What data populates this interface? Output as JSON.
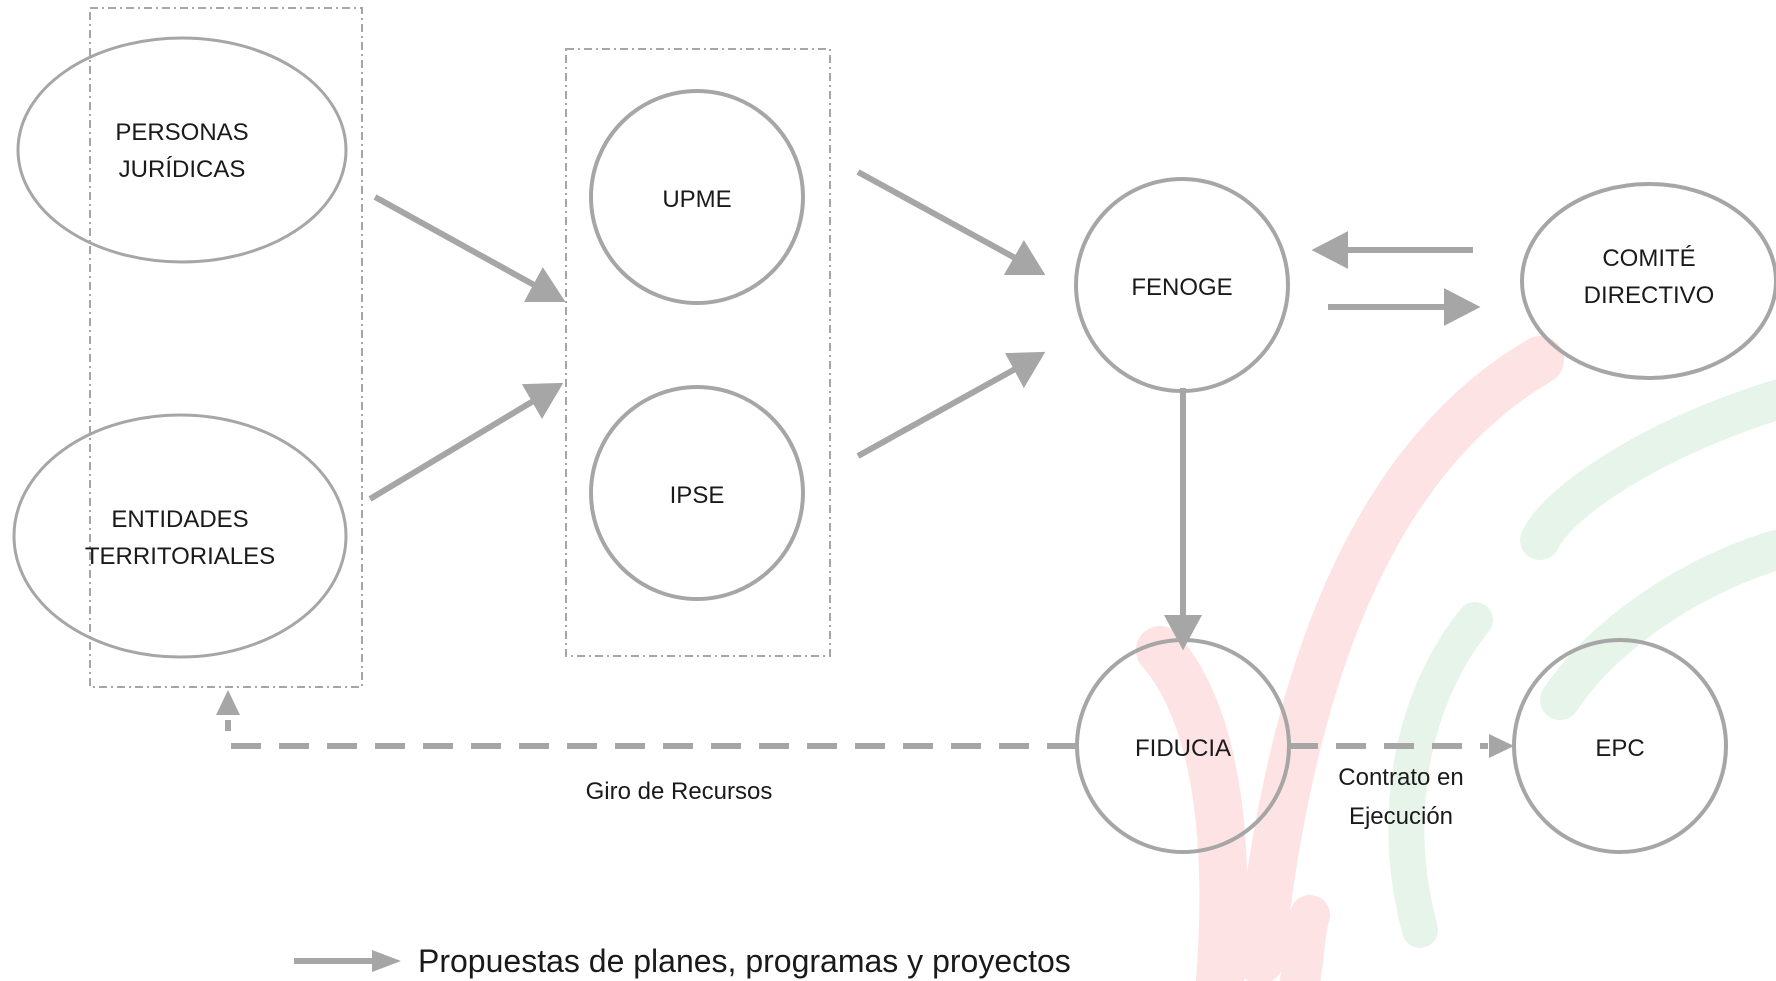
{
  "colors": {
    "stroke": "#a6a6a6",
    "text": "#1a1a1a",
    "watermark_red": "#fde3e3",
    "watermark_green": "#e6f4ea"
  },
  "nodes": {
    "personas": {
      "line1": "PERSONAS",
      "line2": "JURÍDICAS"
    },
    "entidades": {
      "line1": "ENTIDADES",
      "line2": "TERRITORIALES"
    },
    "upme": {
      "label": "UPME"
    },
    "ipse": {
      "label": "IPSE"
    },
    "fenoge": {
      "label": "FENOGE"
    },
    "comite": {
      "line1": "COMITÉ",
      "line2": "DIRECTIVO"
    },
    "fiducia": {
      "label": "FIDUCIA"
    },
    "epc": {
      "label": "EPC"
    }
  },
  "edge_labels": {
    "giro": "Giro de Recursos",
    "contrato_line1": "Contrato en",
    "contrato_line2": "Ejecución"
  },
  "legend": {
    "solid_arrow": "Propuestas de planes, programas y proyectos"
  }
}
